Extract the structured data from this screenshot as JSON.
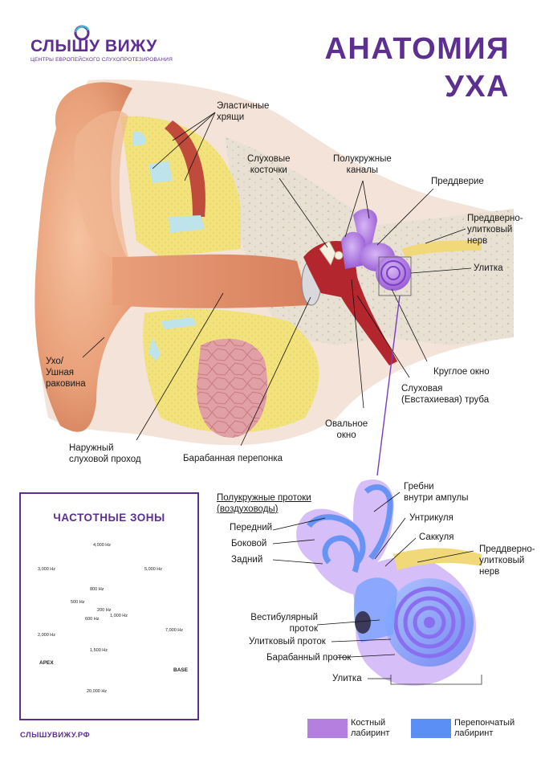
{
  "brand": {
    "name": "СЛЫШУ ВИЖУ",
    "tagline": "ЦЕНТРЫ ЕВРОПЕЙСКОГО СЛУХОПРОТЕЗИРОВАНИЯ",
    "site": "СЛЫШУВИЖУ.РФ"
  },
  "title": {
    "line1": "АНАТОМИЯ",
    "line2": "УХА"
  },
  "main_labels": {
    "cartilage": [
      "Эластичные",
      "хрящи"
    ],
    "ossicles": [
      "Слуховые",
      "косточки"
    ],
    "semicircular": [
      "Полукружные",
      "каналы"
    ],
    "vestibule": "Преддверие",
    "vestibulocochlear": [
      "Преддверно-",
      "улитковый",
      "нерв"
    ],
    "cochlea": "Улитка",
    "round_window": "Круглое окно",
    "eustachian": [
      "Слуховая",
      "(Евстахиевая) труба"
    ],
    "oval_window": [
      "Овальное",
      "окно"
    ],
    "auricle": [
      "Ухо/",
      "Ушная",
      "раковина"
    ],
    "ear_canal": [
      "Наружный",
      "слуховой проход"
    ],
    "eardrum": "Барабанная перепонка"
  },
  "detail_labels": {
    "ducts_title": [
      "Полукружные протоки",
      "(воздуховоды)"
    ],
    "anterior": "Передний",
    "lateral": "Боковой",
    "posterior": "Задний",
    "crista": [
      "Гребни",
      "внутри ампулы"
    ],
    "utricle": "Унтрикуля",
    "saccule": "Саккуля",
    "nerve": [
      "Преддверно-",
      "улитковый",
      "нерв"
    ],
    "vestibular_duct": [
      "Вестибулярный",
      "проток"
    ],
    "cochlear_duct": "Улитковый проток",
    "tympanic_duct": "Барабанный проток",
    "cochlea": "Улитка"
  },
  "frequency_zones": {
    "title": "ЧАСТОТНЫЕ ЗОНЫ",
    "labels": {
      "f4000": "4,000 Hz",
      "f3000": "3,000 Hz",
      "f5000": "5,000 Hz",
      "f800": "800 Hz",
      "f500": "500 Hz",
      "f200": "200 Hz",
      "f600": "600 Hz",
      "f1000": "1,000 Hz",
      "f2000": "2,000 Hz",
      "f7000": "7,000 Hz",
      "f1500": "1,500 Hz",
      "f20000": "20,000 Hz",
      "apex": "APEX",
      "base": "BASE"
    }
  },
  "legend": {
    "bony": {
      "label": [
        "Костный",
        "лабиринт"
      ],
      "color": "#b57fe0"
    },
    "membranous": {
      "label": [
        "Перепончатый",
        "лабиринт"
      ],
      "color": "#5b8ff5"
    }
  },
  "colors": {
    "brand": "#5c2f91",
    "skin": "#e8a27a",
    "cartilage": "#f1e06a",
    "bone": "#e6dfd2",
    "canal": "#b3262e"
  }
}
